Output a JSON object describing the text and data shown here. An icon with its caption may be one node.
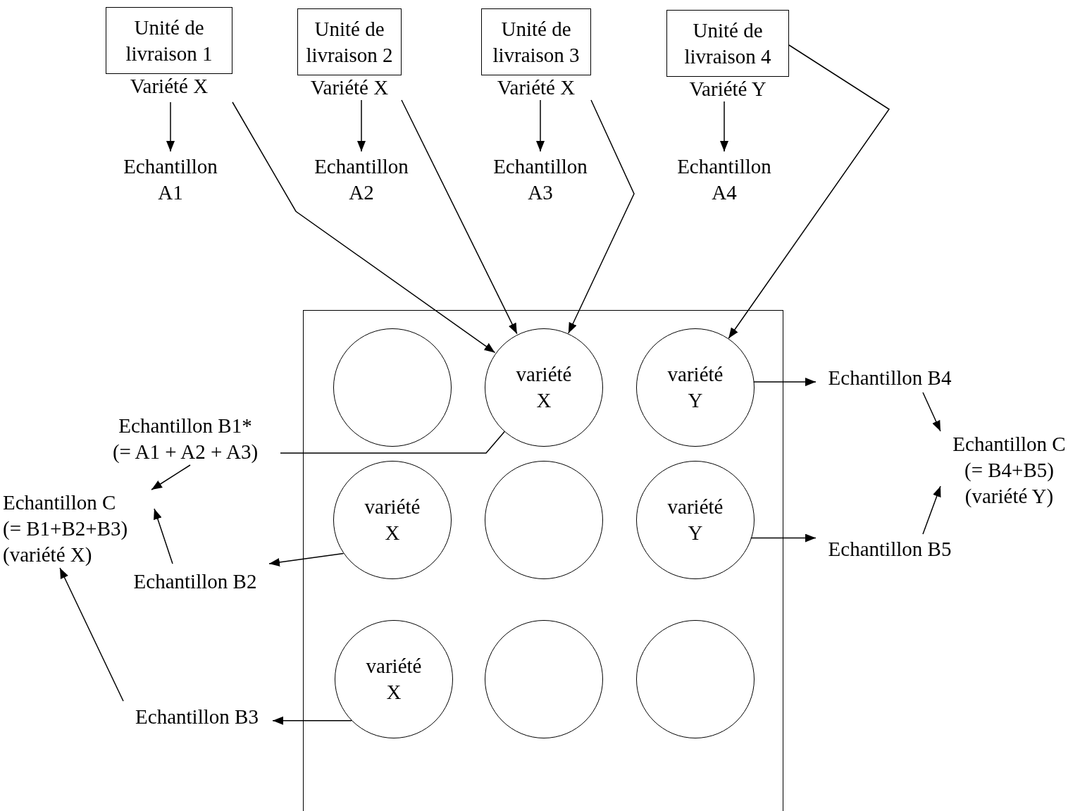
{
  "diagram": {
    "nodes": [
      {
        "text": [
          "Unité de livraison 1"
        ],
        "beside": [
          "Variété X"
        ]
      },
      {
        "text": [
          "Unité de livraison 2"
        ],
        "beside": [
          "Variété X"
        ]
      },
      {
        "text": [
          "Unité de livraison 3"
        ],
        "beside": [
          "Variété X"
        ]
      },
      {
        "text": [
          "Unité de livraison 4"
        ],
        "beside": [
          "Variété Y"
        ]
      },
      {
        "text": [
          "Echantillon A1"
        ]
      },
      {
        "text": [
          "Echantillon A2"
        ]
      },
      {
        "text": [
          "Echantillon A3"
        ]
      },
      {
        "text": [
          "Echantillon A4"
        ]
      },
      {
        "text": [],
        "shape": "box"
      },
      {
        "text": [],
        "shape": "circle",
        "in": 8
      },
      {
        "text": [
          "variété X"
        ],
        "in": 8
      },
      {
        "text": [
          "variété Y"
        ],
        "in": 8
      },
      {
        "text": [
          "variété X"
        ],
        "in": 8
      },
      {
        "text": [],
        "shape": "circle",
        "in": 8
      },
      {
        "text": [
          "variété Y"
        ],
        "in": 8
      },
      {
        "text": [
          "variété X"
        ],
        "in": 8
      },
      {
        "text": [],
        "shape": "circle",
        "in": 8
      },
      {
        "text": [],
        "shape": "circle",
        "in": 8
      },
      {
        "text": [
          "Echantillon B1*",
          "(= A1 + A2 + A3)"
        ]
      },
      {
        "text": [
          "Echantillon C",
          "(= B1+B2+B3)",
          "(variété X)"
        ]
      },
      {
        "text": [
          "Echantillon B2"
        ]
      },
      {
        "text": [
          "Echantillon B3"
        ]
      },
      {
        "text": [
          "Echantillon B4"
        ]
      },
      {
        "text": [
          "Echantillon C",
          "(= B4+B5)",
          "(variété Y)"
        ]
      },
      {
        "text": [
          "Echantillon B5"
        ]
      }
    ],
    "edges": [
      {
        "from": 0,
        "to": 4,
        "arrow": "to"
      },
      {
        "from": 1,
        "to": 5,
        "arrow": "to"
      },
      {
        "from": 2,
        "to": 6,
        "arrow": "to"
      },
      {
        "from": 3,
        "to": 7,
        "arrow": "to"
      },
      {
        "from": 0,
        "to": 10,
        "arrow": "to"
      },
      {
        "from": 1,
        "to": 10,
        "arrow": "to"
      },
      {
        "from": 2,
        "to": 10,
        "arrow": "to"
      },
      {
        "from": 3,
        "to": 11,
        "arrow": "to"
      },
      {
        "from": 18,
        "to": 10,
        "arrow": "none"
      },
      {
        "from": 18,
        "to": 19,
        "arrow": "to"
      },
      {
        "from": 20,
        "to": 19,
        "arrow": "to"
      },
      {
        "from": 21,
        "to": 19,
        "arrow": "to"
      },
      {
        "from": 12,
        "to": 20,
        "arrow": "to"
      },
      {
        "from": 15,
        "to": 21,
        "arrow": "to"
      },
      {
        "from": 11,
        "to": 22,
        "arrow": "to"
      },
      {
        "from": 14,
        "to": 24,
        "arrow": "to"
      },
      {
        "from": 22,
        "to": 23,
        "arrow": "to"
      },
      {
        "from": 24,
        "to": 23,
        "arrow": "to"
      }
    ]
  }
}
